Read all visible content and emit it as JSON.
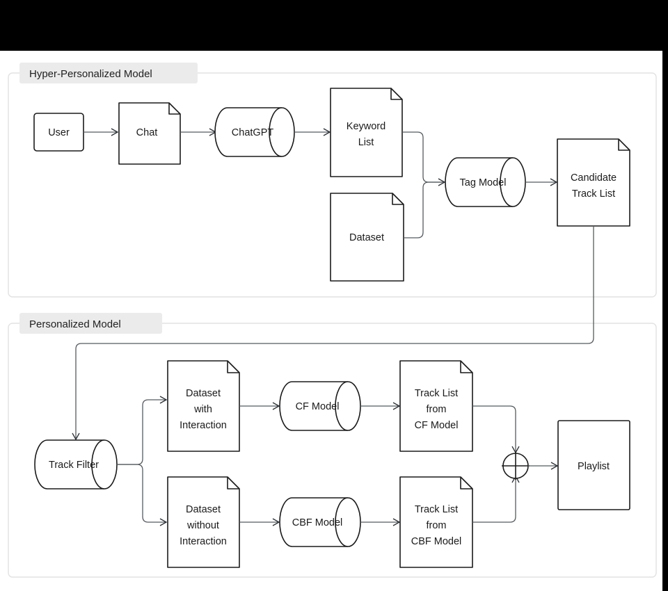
{
  "diagram": {
    "title_visible": false,
    "background": "#ffffff",
    "page_background": "#000000",
    "colors": {
      "node_stroke": "#1a1a1a",
      "edge_stroke": "#555a5e",
      "group_border": "#e2e2e2",
      "group_chip_bg": "#ebebeb",
      "node_fill": "#ffffff"
    },
    "groups": [
      {
        "id": "hyper",
        "label": "Hyper-Personalized Model"
      },
      {
        "id": "personalized",
        "label": "Personalized Model"
      }
    ],
    "nodes": [
      {
        "id": "user",
        "label": "User",
        "shape": "rect",
        "group": "hyper"
      },
      {
        "id": "chat",
        "label": "Chat",
        "shape": "document",
        "group": "hyper"
      },
      {
        "id": "chatgpt",
        "label": "ChatGPT",
        "shape": "cylinder",
        "group": "hyper"
      },
      {
        "id": "keyword",
        "label": "Keyword\nList",
        "lines": [
          "Keyword",
          "List"
        ],
        "shape": "document",
        "group": "hyper"
      },
      {
        "id": "dataset",
        "label": "Dataset",
        "shape": "document",
        "group": "hyper"
      },
      {
        "id": "tagmodel",
        "label": "Tag Model",
        "shape": "cylinder",
        "group": "hyper"
      },
      {
        "id": "candidate",
        "label": "Candidate Track List",
        "lines": [
          "Candidate",
          "Track List"
        ],
        "shape": "document",
        "group": "hyper"
      },
      {
        "id": "trackfilter",
        "label": "Track Filter",
        "shape": "cylinder",
        "group": "personalized"
      },
      {
        "id": "dswith",
        "label": "Dataset with Interaction",
        "lines": [
          "Dataset",
          "with",
          "Interaction"
        ],
        "shape": "document",
        "group": "personalized"
      },
      {
        "id": "dswithout",
        "label": "Dataset without Interaction",
        "lines": [
          "Dataset",
          "without",
          "Interaction"
        ],
        "shape": "document",
        "group": "personalized"
      },
      {
        "id": "cfmodel",
        "label": "CF Model",
        "shape": "cylinder",
        "group": "personalized"
      },
      {
        "id": "cbfmodel",
        "label": "CBF Model",
        "shape": "cylinder",
        "group": "personalized"
      },
      {
        "id": "tlcf",
        "label": "Track List from CF Model",
        "lines": [
          "Track List",
          "from",
          "CF Model"
        ],
        "shape": "document",
        "group": "personalized"
      },
      {
        "id": "tlcbf",
        "label": "Track List from CBF Model",
        "lines": [
          "Track List",
          "from",
          "CBF Model"
        ],
        "shape": "document",
        "group": "personalized"
      },
      {
        "id": "merge",
        "label": "+",
        "shape": "merge-circle",
        "group": "personalized"
      },
      {
        "id": "playlist",
        "label": "Playlist",
        "shape": "rect",
        "group": "personalized"
      }
    ],
    "edges": [
      {
        "from": "user",
        "to": "chat"
      },
      {
        "from": "chat",
        "to": "chatgpt"
      },
      {
        "from": "chatgpt",
        "to": "keyword"
      },
      {
        "from": "keyword",
        "to": "tagmodel"
      },
      {
        "from": "dataset",
        "to": "tagmodel"
      },
      {
        "from": "tagmodel",
        "to": "candidate"
      },
      {
        "from": "candidate",
        "to": "trackfilter"
      },
      {
        "from": "trackfilter",
        "to": "dswith"
      },
      {
        "from": "trackfilter",
        "to": "dswithout"
      },
      {
        "from": "dswith",
        "to": "cfmodel"
      },
      {
        "from": "dswithout",
        "to": "cbfmodel"
      },
      {
        "from": "cfmodel",
        "to": "tlcf"
      },
      {
        "from": "cbfmodel",
        "to": "tlcbf"
      },
      {
        "from": "tlcf",
        "to": "merge"
      },
      {
        "from": "tlcbf",
        "to": "merge"
      },
      {
        "from": "merge",
        "to": "playlist"
      }
    ]
  },
  "labels": {
    "group_hyper": "Hyper-Personalized Model",
    "group_personalized": "Personalized Model",
    "user": "User",
    "chat": "Chat",
    "chatgpt": "ChatGPT",
    "keyword_l1": "Keyword",
    "keyword_l2": "List",
    "dataset": "Dataset",
    "tagmodel": "Tag Model",
    "candidate_l1": "Candidate",
    "candidate_l2": "Track List",
    "trackfilter": "Track Filter",
    "dswith_l1": "Dataset",
    "dswith_l2": "with",
    "dswith_l3": "Interaction",
    "dswithout_l1": "Dataset",
    "dswithout_l2": "without",
    "dswithout_l3": "Interaction",
    "cfmodel": "CF Model",
    "cbfmodel": "CBF Model",
    "tlcf_l1": "Track List",
    "tlcf_l2": "from",
    "tlcf_l3": "CF Model",
    "tlcbf_l1": "Track List",
    "tlcbf_l2": "from",
    "tlcbf_l3": "CBF Model",
    "playlist": "Playlist"
  }
}
